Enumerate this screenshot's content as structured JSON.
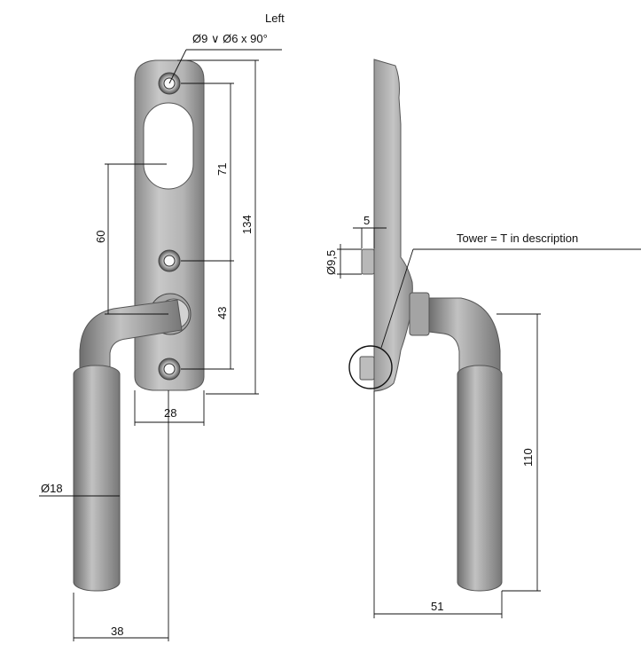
{
  "labels": {
    "side": "Left",
    "hole_spec": "Ø9 ∨ Ø6 x 90°",
    "tower_note": "Tower = T in description"
  },
  "dimensions": {
    "d60": "60",
    "d71": "71",
    "d134": "134",
    "d43": "43",
    "d28": "28",
    "d18": "Ø18",
    "d38": "38",
    "d5": "5",
    "d95": "Ø9,5",
    "d110": "110",
    "d51": "51"
  },
  "colors": {
    "metal_light": "#c9c9c9",
    "metal_dark": "#7a7a7a",
    "outline": "#555555",
    "line": "#111111"
  }
}
